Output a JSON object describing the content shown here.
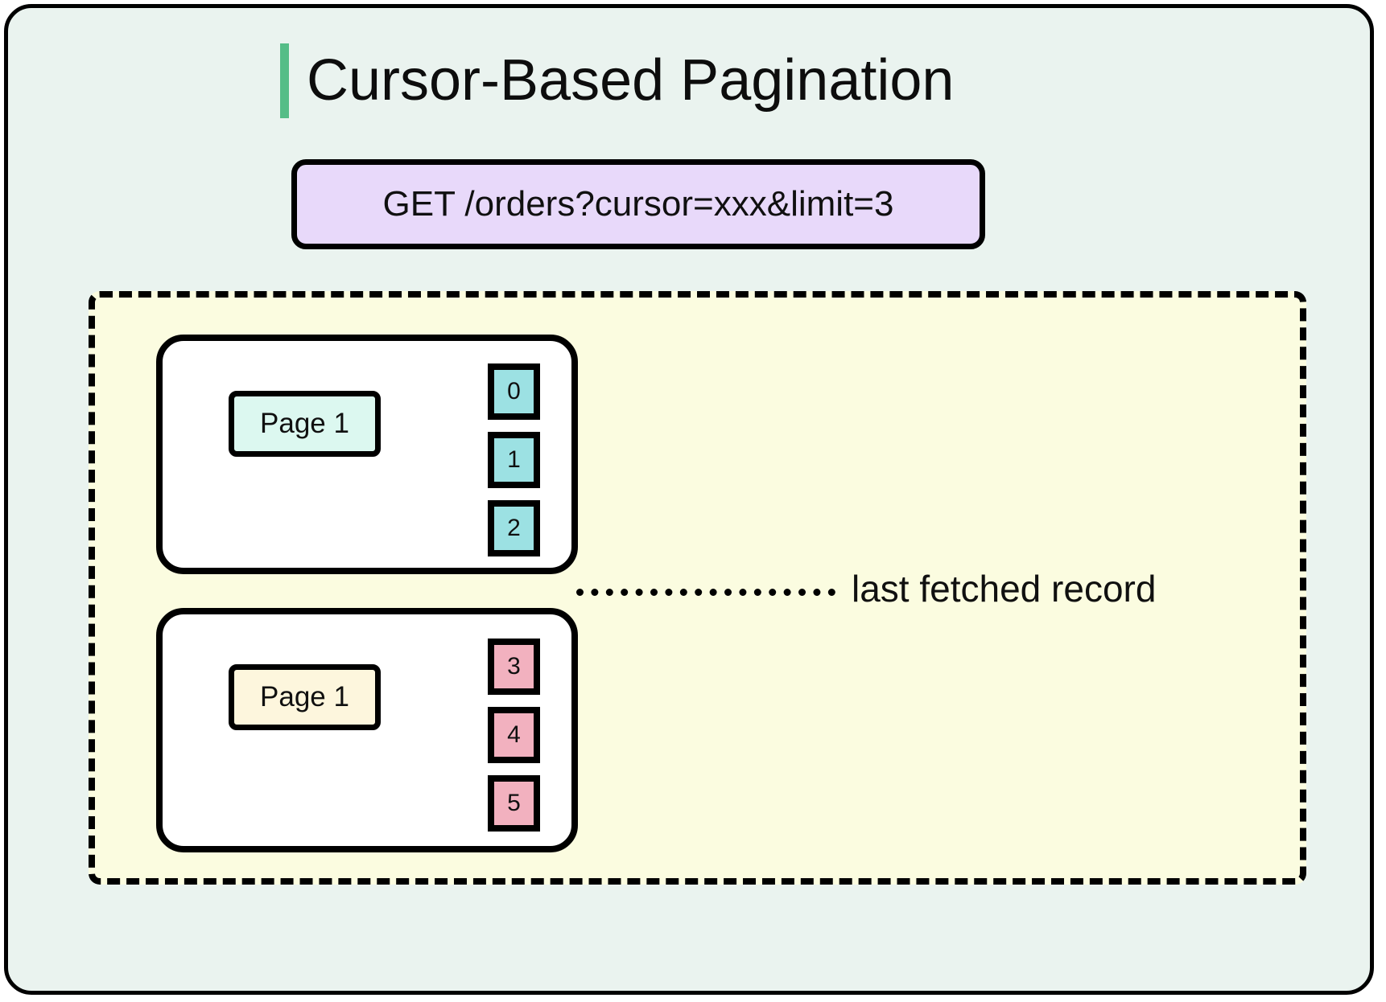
{
  "title": {
    "text": "Cursor-Based Pagination",
    "accent_color": "#55bd87"
  },
  "request": {
    "text": "GET /orders?cursor=xxx&limit=3",
    "background_color": "#e8d9fa"
  },
  "container": {
    "background_color": "#fbfce0",
    "border_style": "dashed"
  },
  "pages": [
    {
      "label": "Page 1",
      "label_background_color": "#dcf8f0",
      "record_color": "#9ce1e3",
      "records": [
        "0",
        "1",
        "2"
      ]
    },
    {
      "label": "Page 1",
      "label_background_color": "#fdf6dd",
      "record_color": "#f2b1bf",
      "records": [
        "3",
        "4",
        "5"
      ]
    }
  ],
  "annotation": {
    "text": "last fetched record",
    "connector": "dotted-line"
  },
  "canvas": {
    "background_color": "#eaf3ef"
  }
}
